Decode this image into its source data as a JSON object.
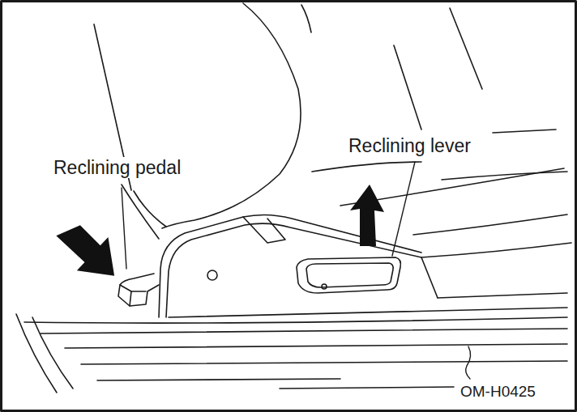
{
  "diagram": {
    "labels": [
      "Reclining pedal",
      "Reclining lever",
      "OM-H0425"
    ]
  }
}
